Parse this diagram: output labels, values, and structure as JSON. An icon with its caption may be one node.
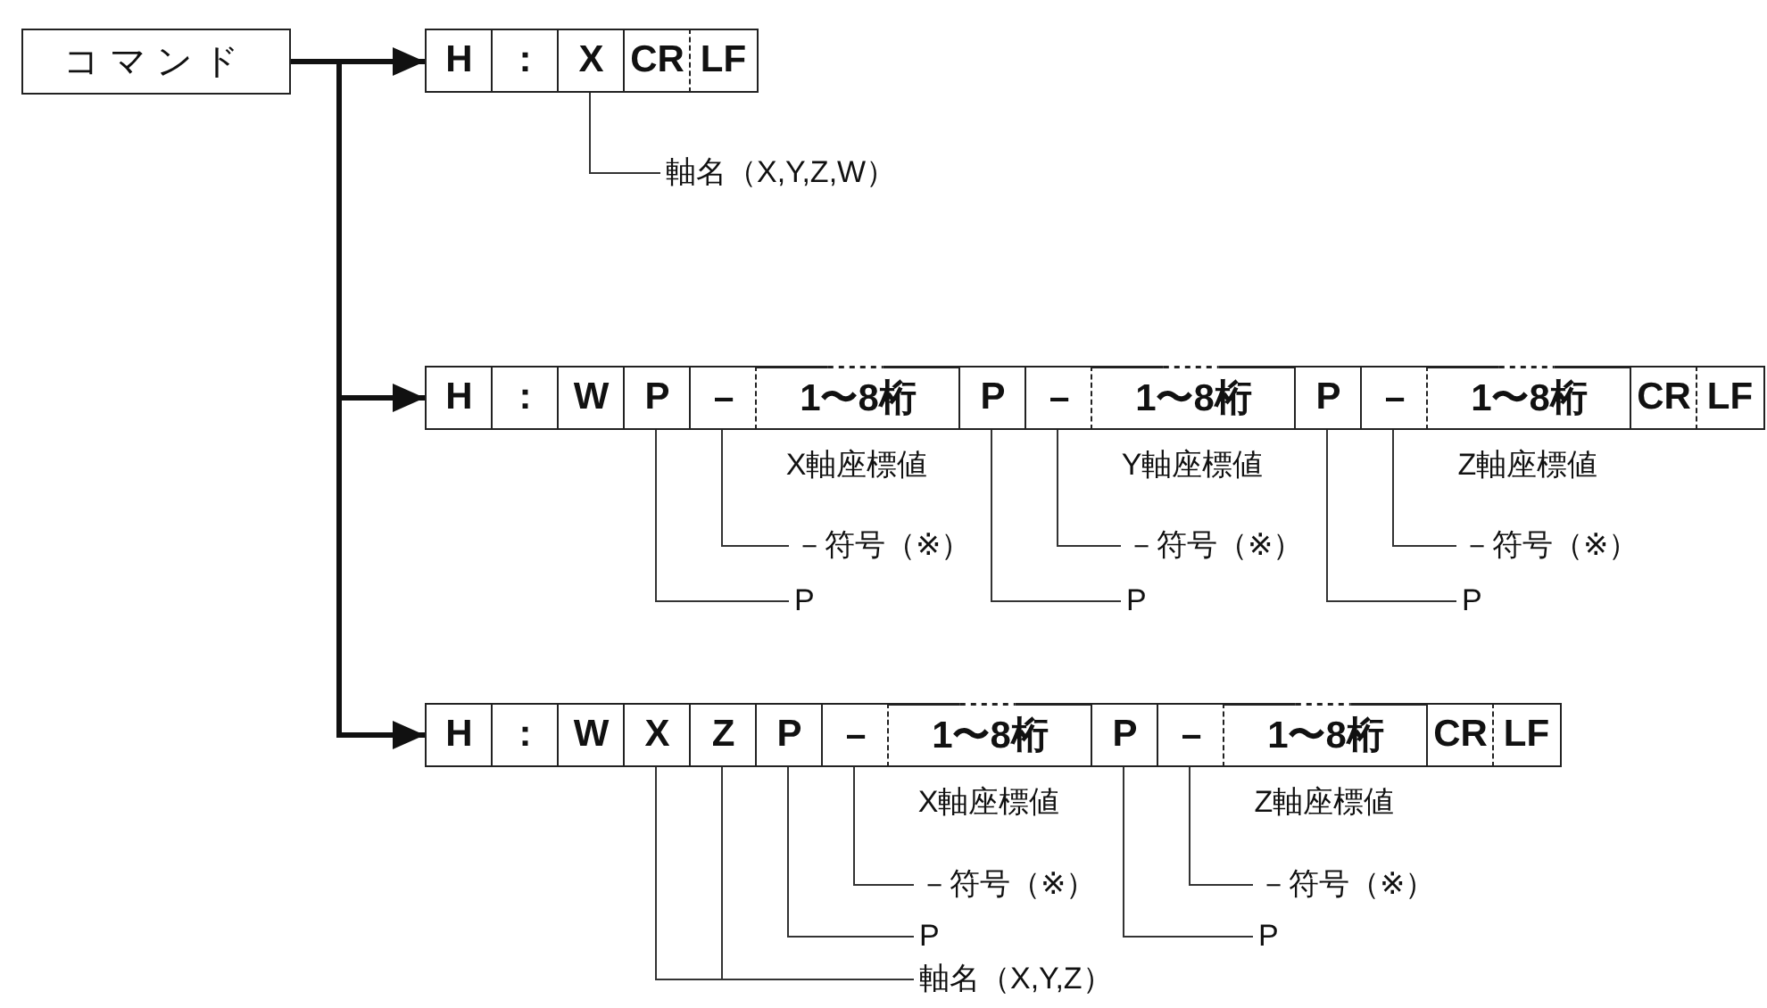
{
  "diagram": {
    "nodes": [
      {
        "text": [
          "コマンド"
        ]
      },
      {
        "text": [
          "H"
        ]
      },
      {
        "text": [
          ":"
        ]
      },
      {
        "text": [
          "X"
        ]
      },
      {
        "text": [
          "CR"
        ]
      },
      {
        "text": [
          "LF"
        ]
      },
      {
        "text": [
          "軸名（X,Y,Z,W）"
        ]
      },
      {
        "text": [
          "H"
        ]
      },
      {
        "text": [
          ":"
        ]
      },
      {
        "text": [
          "W"
        ]
      },
      {
        "text": [
          "P"
        ]
      },
      {
        "text": [
          "－"
        ]
      },
      {
        "text": [
          "1〜8桁"
        ],
        "beside": [
          "X軸座標値"
        ]
      },
      {
        "text": [
          "P"
        ]
      },
      {
        "text": [
          "－"
        ]
      },
      {
        "text": [
          "1〜8桁"
        ],
        "beside": [
          "Y軸座標値"
        ]
      },
      {
        "text": [
          "P"
        ]
      },
      {
        "text": [
          "－"
        ]
      },
      {
        "text": [
          "1〜8桁"
        ],
        "beside": [
          "Z軸座標値"
        ]
      },
      {
        "text": [
          "CR"
        ]
      },
      {
        "text": [
          "LF"
        ]
      },
      {
        "text": [
          "－符号（※）"
        ]
      },
      {
        "text": [
          "P"
        ]
      },
      {
        "text": [
          "－符号（※）"
        ]
      },
      {
        "text": [
          "P"
        ]
      },
      {
        "text": [
          "－符号（※）"
        ]
      },
      {
        "text": [
          "P"
        ]
      },
      {
        "text": [
          "H"
        ]
      },
      {
        "text": [
          ":"
        ]
      },
      {
        "text": [
          "W"
        ]
      },
      {
        "text": [
          "X"
        ]
      },
      {
        "text": [
          "Z"
        ]
      },
      {
        "text": [
          "P"
        ]
      },
      {
        "text": [
          "－"
        ]
      },
      {
        "text": [
          "1〜8桁"
        ],
        "beside": [
          "X軸座標値"
        ]
      },
      {
        "text": [
          "P"
        ]
      },
      {
        "text": [
          "－"
        ]
      },
      {
        "text": [
          "1〜8桁"
        ],
        "beside": [
          "Z軸座標値"
        ]
      },
      {
        "text": [
          "CR"
        ]
      },
      {
        "text": [
          "LF"
        ]
      },
      {
        "text": [
          "－符号（※）"
        ]
      },
      {
        "text": [
          "P"
        ]
      },
      {
        "text": [
          "－符号（※）"
        ]
      },
      {
        "text": [
          "P"
        ]
      },
      {
        "text": [
          "軸名（X,Y,Z）"
        ]
      }
    ],
    "edges": [
      {
        "from": 0,
        "to": 1,
        "arrow": "to",
        "style": "thick"
      },
      {
        "from": 0,
        "to": 7,
        "arrow": "to",
        "style": "thick"
      },
      {
        "from": 0,
        "to": 27,
        "arrow": "to",
        "style": "thick"
      },
      {
        "from": 6,
        "to": 3,
        "arrow": "none"
      },
      {
        "from": 21,
        "to": 11,
        "arrow": "none"
      },
      {
        "from": 22,
        "to": 10,
        "arrow": "none"
      },
      {
        "from": 23,
        "to": 14,
        "arrow": "none"
      },
      {
        "from": 24,
        "to": 13,
        "arrow": "none"
      },
      {
        "from": 25,
        "to": 17,
        "arrow": "none"
      },
      {
        "from": 26,
        "to": 16,
        "arrow": "none"
      },
      {
        "from": 40,
        "to": 33,
        "arrow": "none"
      },
      {
        "from": 41,
        "to": 32,
        "arrow": "none"
      },
      {
        "from": 42,
        "to": 36,
        "arrow": "none"
      },
      {
        "from": 43,
        "to": 35,
        "arrow": "none"
      },
      {
        "from": 44,
        "to": 30,
        "arrow": "none"
      },
      {
        "from": 44,
        "to": 31,
        "arrow": "none"
      }
    ]
  }
}
